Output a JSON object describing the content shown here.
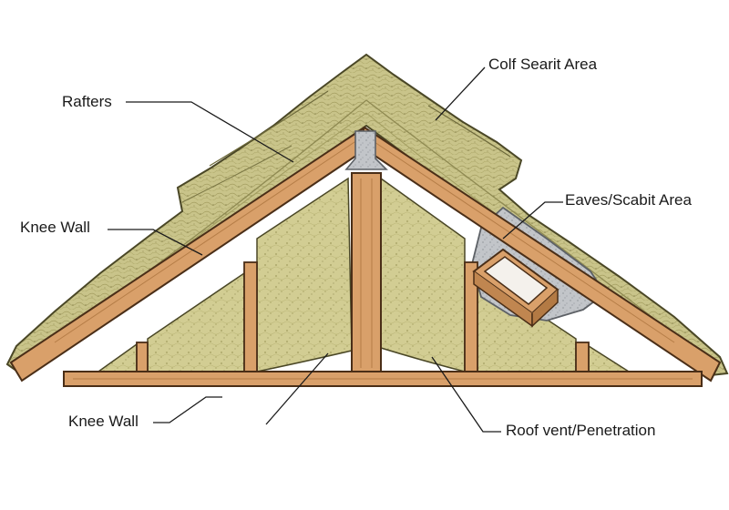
{
  "labels": {
    "colf_searit_area": "Colf Searit Area",
    "rafters": "Rafters",
    "eaves_scabit_area": "Eaves/Scabit Area",
    "knee_wall_top": "Knee Wall",
    "knee_wall_bottom": "Knee Wall",
    "roof_vent_penetration": "Roof vent/Penetration"
  },
  "colors": {
    "wood": "#d9a06a",
    "wood_outline": "#4a2e17",
    "insulation": "#c9c48a",
    "insulation_dark": "#8f8a52",
    "metal": "#b9bcc0",
    "line": "#1a1a1a"
  }
}
